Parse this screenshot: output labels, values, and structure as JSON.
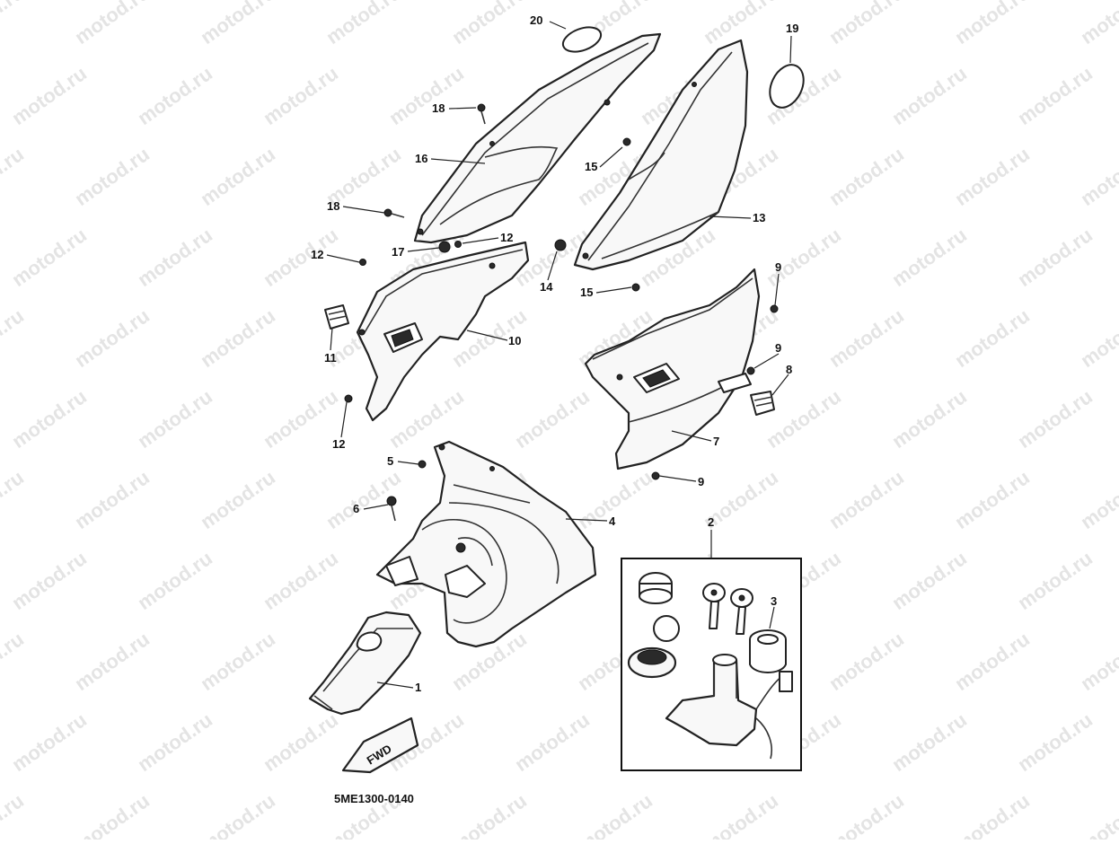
{
  "watermark": "motod.ru",
  "diagram_code": "5ME1300-0140",
  "fwd_label": "FWD",
  "callouts": {
    "c1": "1",
    "c2": "2",
    "c3": "3",
    "c4": "4",
    "c5": "5",
    "c6": "6",
    "c7": "7",
    "c8": "8",
    "c9a": "9",
    "c9b": "9",
    "c9c": "9",
    "c10": "10",
    "c11": "11",
    "c12a": "12",
    "c12b": "12",
    "c12c": "12",
    "c13": "13",
    "c14": "14",
    "c15a": "15",
    "c15b": "15",
    "c16": "16",
    "c17": "17",
    "c18a": "18",
    "c18b": "18",
    "c19": "19",
    "c20": "20"
  }
}
